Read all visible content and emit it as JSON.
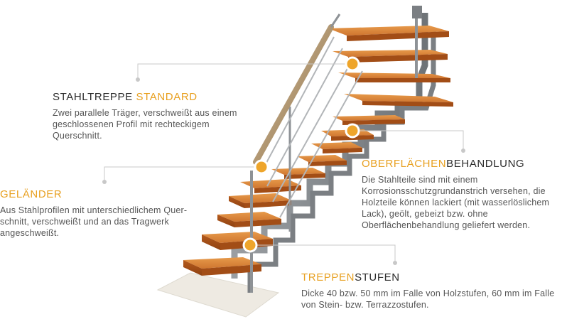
{
  "callouts": {
    "standard": {
      "title_plain": "STAHLTREPPE ",
      "title_accent": "STANDARD",
      "text": "Zwei parallele Träger, verschweißt aus einem geschlossenen Profil mit rechteckigem Querschnitt."
    },
    "gelaender": {
      "title_accent": "GELÄNDER",
      "text": "Aus Stahlprofilen mit unterschiedlichem Quer-schnitt, verschweißt und an das Tragwerk angeschweißt."
    },
    "oberflaeche": {
      "title_accent": "OBERFLÄCHEN",
      "title_plain": "BEHANDLUNG",
      "text": "Die Stahlteile sind mit einem Korrosionsschutzgrundanstrich versehen, die Holzteile können lackiert (mit wasserlöslichem Lack), geölt, gebeizt bzw. ohne Oberflächenbehandlung geliefert werden."
    },
    "stufen": {
      "title_accent": "TREPPEN",
      "title_plain": "STUFEN",
      "text": "Dicke 40 bzw. 50 mm im Falle von Holzstufen, 60 mm im Falle von Stein- bzw. Terrazzostufen."
    }
  },
  "colors": {
    "accent": "#e8a020",
    "wood": "#c86e28",
    "steel": "#8e9296",
    "leader": "#c8c8c8"
  }
}
